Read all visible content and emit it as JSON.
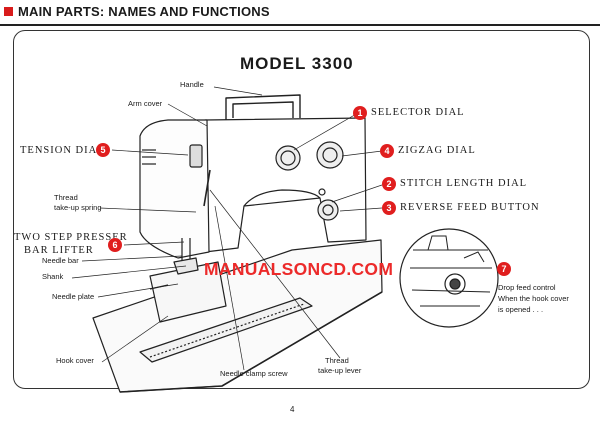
{
  "header": {
    "title": "MAIN PARTS: NAMES AND FUNCTIONS"
  },
  "model_title": "MODEL 3300",
  "parts": {
    "selector_dial": {
      "num": "1",
      "label": "SELECTOR DIAL"
    },
    "stitch_length_dial": {
      "num": "2",
      "label": "STITCH LENGTH DIAL"
    },
    "reverse_feed_button": {
      "num": "3",
      "label": "REVERSE FEED BUTTON"
    },
    "zigzag_dial": {
      "num": "4",
      "label": "ZIGZAG DIAL"
    },
    "tension_dial": {
      "num": "5",
      "label": "TENSION DIAL"
    },
    "presser_bar_lifter": {
      "num": "6",
      "label_line1": "TWO STEP PRESSER",
      "label_line2": "BAR LIFTER"
    },
    "drop_feed_control": {
      "num": "7",
      "label_line1": "Drop feed control",
      "label_line2": "When the hook cover",
      "label_line3": "is opened . . ."
    }
  },
  "small_labels": {
    "handle": "Handle",
    "arm_cover": "Arm cover",
    "thread_takeup_spring_1": "Thread",
    "thread_takeup_spring_2": "take-up spring",
    "needle_bar": "Needle bar",
    "shank": "Shank",
    "needle_plate": "Needle plate",
    "hook_cover": "Hook cover",
    "needle_clamp_screw": "Needle clamp screw",
    "thread_takeup_lever_1": "Thread",
    "thread_takeup_lever_2": "take-up lever"
  },
  "watermark": "MANUALSONCD.COM",
  "page_number": "4",
  "colors": {
    "accent_red": "#e01e1e",
    "watermark_red": "#ec2a2a",
    "ink": "#1a1a1a"
  }
}
